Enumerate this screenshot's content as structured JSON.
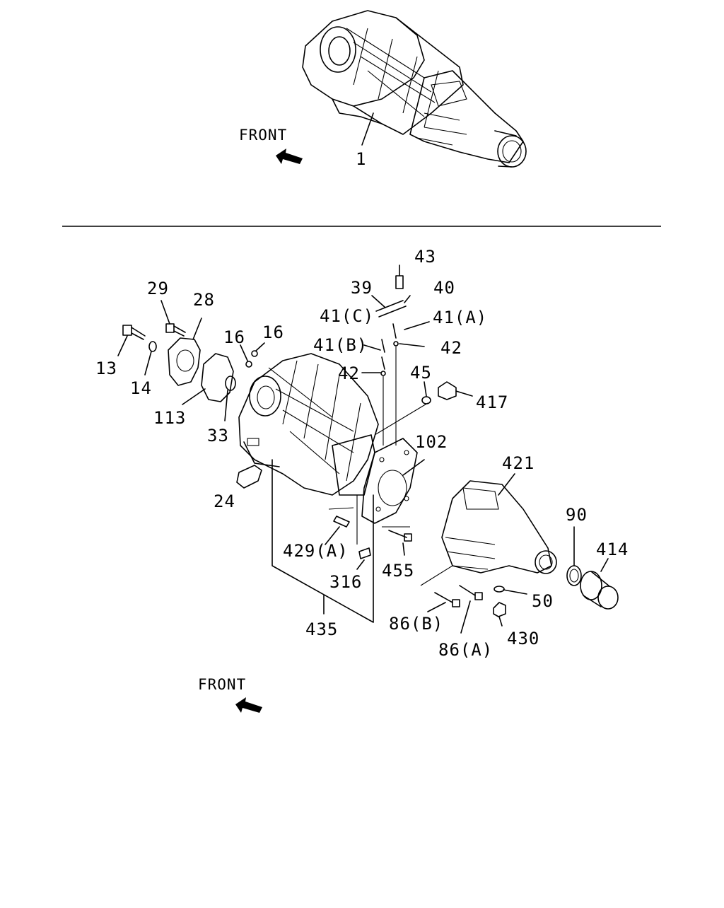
{
  "diagram": {
    "top_front_label": "FRONT",
    "bottom_front_label": "FRONT",
    "part_labels": {
      "p1": "1",
      "p43": "43",
      "p39": "39",
      "p40": "40",
      "p41c": "41(C)",
      "p41a": "41(A)",
      "p41b": "41(B)",
      "p42a": "42",
      "p42b": "42",
      "p29": "29",
      "p28": "28",
      "p16a": "16",
      "p16b": "16",
      "p13": "13",
      "p14": "14",
      "p113": "113",
      "p33": "33",
      "p45": "45",
      "p417": "417",
      "p102": "102",
      "p421": "421",
      "p24": "24",
      "p90": "90",
      "p414": "414",
      "p429a": "429(A)",
      "p316": "316",
      "p455": "455",
      "p50": "50",
      "p86b": "86(B)",
      "p86a": "86(A)",
      "p430": "430",
      "p435": "435"
    }
  }
}
